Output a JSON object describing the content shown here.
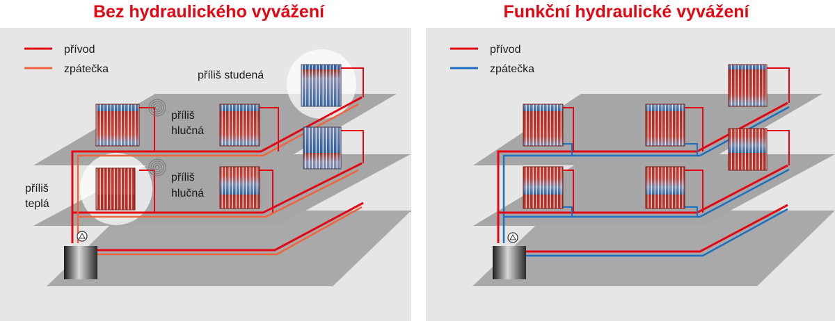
{
  "titles": {
    "left": "Bez hydraulického vyvážení",
    "right": "Funkční hydraulické vyvážení"
  },
  "legend": {
    "supply": "přívod",
    "return": "zpátečka"
  },
  "annotations": {
    "too_cold": "příliš studená",
    "too_noisy_1a": "příliš",
    "too_noisy_1b": "hlučná",
    "too_noisy_2a": "příliš",
    "too_noisy_2b": "hlučná",
    "too_warm_a": "příliš",
    "too_warm_b": "teplá"
  },
  "colors": {
    "supply": "#e30613",
    "return_unbalanced": "#f0643c",
    "return_balanced": "#1d6fc0",
    "title": "#e30613",
    "background": "#e6e6e6",
    "floor": "#a6a6a6"
  }
}
